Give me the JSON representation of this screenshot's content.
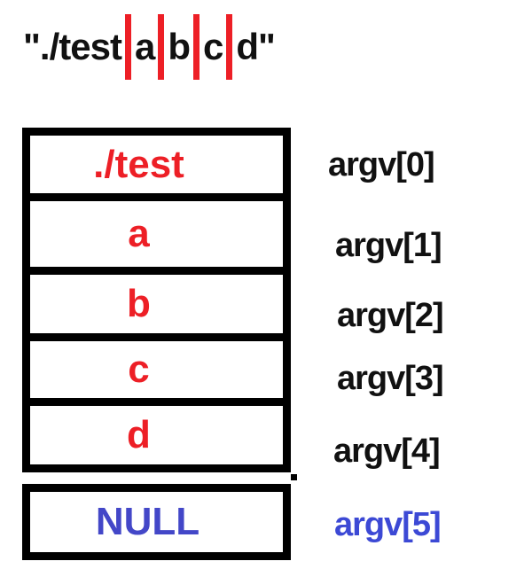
{
  "title": {
    "text_full": "\"./test|a|b|c|d\"",
    "segments": [
      "\"./test",
      "a",
      "b",
      "c",
      "d\""
    ],
    "separator_color": "#ed1f26"
  },
  "diagram": {
    "border_color": "#000000",
    "background": "#ffffff",
    "rows": [
      {
        "value": "./test",
        "label": "argv[0]",
        "value_color": "#ed1f26",
        "label_color": "#111111"
      },
      {
        "value": "a",
        "label": "argv[1]",
        "value_color": "#ed1f26",
        "label_color": "#111111"
      },
      {
        "value": "b",
        "label": "argv[2]",
        "value_color": "#ed1f26",
        "label_color": "#111111"
      },
      {
        "value": "c",
        "label": "argv[3]",
        "value_color": "#ed1f26",
        "label_color": "#111111"
      },
      {
        "value": "d",
        "label": "argv[4]",
        "value_color": "#ed1f26",
        "label_color": "#111111"
      },
      {
        "value": "NULL",
        "label": "argv[5]",
        "value_color": "#4347c8",
        "label_color": "#3c49d5"
      }
    ]
  }
}
